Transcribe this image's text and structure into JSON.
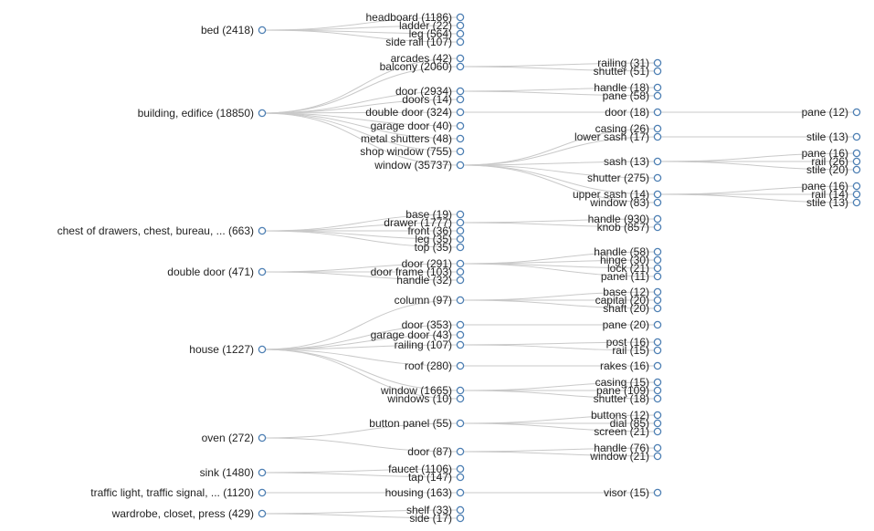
{
  "tree": {
    "children": [
      {
        "label": "bed (2418)",
        "children": [
          {
            "label": "headboard (1186)"
          },
          {
            "label": "ladder (22)"
          },
          {
            "label": "leg (564)"
          },
          {
            "label": "side rail (107)"
          }
        ]
      },
      {
        "label": "building, edifice (18850)",
        "children": [
          {
            "label": "arcades (42)"
          },
          {
            "label": "balcony (2060)",
            "children": [
              {
                "label": "railing (31)"
              },
              {
                "label": "shutter (51)"
              }
            ]
          },
          {
            "label": "door (2934)",
            "children": [
              {
                "label": "handle (18)"
              },
              {
                "label": "pane (58)"
              }
            ]
          },
          {
            "label": "doors (14)"
          },
          {
            "label": "double door (324)",
            "children": [
              {
                "label": "door (18)",
                "children": [
                  {
                    "label": "pane (12)"
                  }
                ]
              }
            ]
          },
          {
            "label": "garage door (40)"
          },
          {
            "label": "metal shutters (48)"
          },
          {
            "label": "shop window (755)"
          },
          {
            "label": "window (35737)",
            "children": [
              {
                "label": "casing (26)"
              },
              {
                "label": "lower sash (17)",
                "children": [
                  {
                    "label": "stile (13)"
                  }
                ]
              },
              {
                "label": "sash (13)",
                "children": [
                  {
                    "label": "pane (16)"
                  },
                  {
                    "label": "rail (26)"
                  },
                  {
                    "label": "stile (20)"
                  }
                ]
              },
              {
                "label": "shutter (275)"
              },
              {
                "label": "upper sash (14)",
                "children": [
                  {
                    "label": "pane (16)"
                  },
                  {
                    "label": "rail (14)"
                  },
                  {
                    "label": "stile (13)"
                  }
                ]
              },
              {
                "label": "window (83)"
              }
            ]
          }
        ]
      },
      {
        "label": "chest of drawers, chest, bureau, ... (663)",
        "children": [
          {
            "label": "base (19)"
          },
          {
            "label": "drawer (1777)",
            "children": [
              {
                "label": "handle (930)"
              },
              {
                "label": "knob (857)"
              }
            ]
          },
          {
            "label": "front (36)"
          },
          {
            "label": "leg (35)"
          },
          {
            "label": "top (35)"
          }
        ]
      },
      {
        "label": "double door (471)",
        "children": [
          {
            "label": "door (291)",
            "children": [
              {
                "label": "handle (58)"
              },
              {
                "label": "hinge (30)"
              },
              {
                "label": "lock (21)"
              },
              {
                "label": "panel (11)"
              }
            ]
          },
          {
            "label": "door frame (103)"
          },
          {
            "label": "handle (32)"
          }
        ]
      },
      {
        "label": "house (1227)",
        "children": [
          {
            "label": "column (97)",
            "children": [
              {
                "label": "base (12)"
              },
              {
                "label": "capital (20)"
              },
              {
                "label": "shaft (20)"
              }
            ]
          },
          {
            "label": "door (353)",
            "children": [
              {
                "label": "pane (20)"
              }
            ]
          },
          {
            "label": "garage door (43)"
          },
          {
            "label": "railing (107)",
            "children": [
              {
                "label": "post (16)"
              },
              {
                "label": "rail (15)"
              }
            ]
          },
          {
            "label": "roof (280)",
            "children": [
              {
                "label": "rakes (16)"
              }
            ]
          },
          {
            "label": "window (1665)",
            "children": [
              {
                "label": "casing (15)"
              },
              {
                "label": "pane (109)"
              },
              {
                "label": "shutter (18)"
              }
            ]
          },
          {
            "label": "windows (10)"
          }
        ]
      },
      {
        "label": "oven (272)",
        "children": [
          {
            "label": "button panel (55)",
            "children": [
              {
                "label": "buttons (12)"
              },
              {
                "label": "dial (85)"
              },
              {
                "label": "screen (21)"
              }
            ]
          },
          {
            "label": "door (87)",
            "children": [
              {
                "label": "handle (76)"
              },
              {
                "label": "window (21)"
              }
            ]
          }
        ]
      },
      {
        "label": "sink (1480)",
        "children": [
          {
            "label": "faucet (1106)"
          },
          {
            "label": "tap (147)"
          }
        ]
      },
      {
        "label": "traffic light, traffic signal, ... (1120)",
        "children": [
          {
            "label": "housing (163)",
            "children": [
              {
                "label": "visor (15)"
              }
            ]
          }
        ]
      },
      {
        "label": "wardrobe, closet, press (429)",
        "children": [
          {
            "label": "shelf (33)"
          },
          {
            "label": "side (17)"
          }
        ]
      }
    ]
  },
  "colors": {
    "node_stroke": "#4d7fb3",
    "link": "#c9c9c9",
    "text": "#222222"
  }
}
